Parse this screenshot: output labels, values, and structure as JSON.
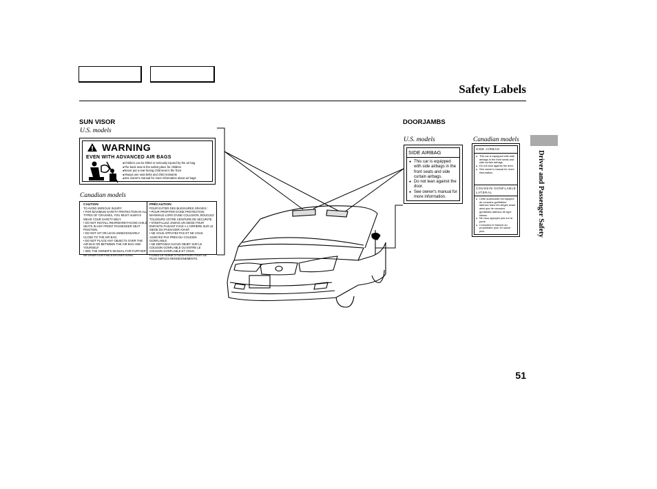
{
  "page": {
    "title": "Safety Labels",
    "page_number": "51",
    "side_tab_text": "Driver and Passenger Safety"
  },
  "sun_visor": {
    "heading": "SUN VISOR",
    "us_label": "U.S. models",
    "canadian_label": "Canadian models",
    "warning": {
      "title": "WARNING",
      "subtitle": "EVEN WITH ADVANCED AIR BAGS",
      "items": [
        "Children can be killed or seriously injured by the air bag",
        "The back seat is the safest place for children",
        "Never put a rear-facing child seat in the front",
        "Always use seat belts and child restraints",
        "See owner's manual for more information about air bags"
      ]
    },
    "caution": {
      "title": "CAUTION",
      "intro": "TO AVOID SERIOUS INJURY:",
      "items": [
        "• FOR MAXIMUM SAFETY PROTECTION IN ALL TYPES OF CRASHES, YOU MUST ALWAYS WEAR YOUR SAFETY BELT.",
        "• DO NOT INSTALL REARWARD-FACING CHILD SEATS IN ANY FRONT PASSENGER SEAT POSITION.",
        "• DO NOT SIT OR LEAN UNNECESSARILY CLOSE TO THE AIR BAG.",
        "• DO NOT PLACE ANY OBJECTS OVER THE AIR BAG OR BETWEEN THE AIR BAG AND YOURSELF.",
        "• SEE THE OWNER'S MANUAL FOR FURTHER INFORMATION AND EXPLANATIONS."
      ]
    },
    "precaution": {
      "title": "PRÉCAUTION",
      "intro": "POUR EVITER DES BLESSURES GRAVES :",
      "items": [
        "• POUR PROFITER D'UNE PROTECTION MAXIMALE LORS D'UNE COLLISION, BOUCLEZ TOUJOURS VOTRE CEINTURE DE SECURITE.",
        "• N'INSTALLEZ JAMAIS UN SIEGE POUR ENFANTS FAISANT FACE A L'ARRIERE SUR LE SIEGE DU PASSAGER AVANT.",
        "• NE VOUS APPUYEZ PAS ET NE VOUS ASSEYEZ PAS PRES DU COUSSIN GONFLABLE.",
        "• NE DEPOSEZ AUCUN OBJET SUR LE COUSSIN GONFLABLE OU ENTRE LE COUSSIN GONFLABLE ET VOUS.",
        "• LISEZ LE GUIDE UTILISATEUR POUR DE PLUS AMPLES RENSEIGNEMENTS."
      ]
    }
  },
  "doorjambs": {
    "heading": "DOORJAMBS",
    "us_label": "U.S. models",
    "canadian_label": "Canadian models",
    "us": {
      "title": "SIDE AIRBAG",
      "items": [
        "This car is equipped with side airbags in the front seats and side curtain airbags.",
        "Do not lean against the door.",
        "See owner's manual for more information."
      ]
    },
    "canadian": {
      "title_en": "SIDE AIRBAG",
      "items_en": [
        "This car is equipped with side airbags in the front seats and side curtain airbags.",
        "Do not lean against the door.",
        "See owner's manual for more information."
      ],
      "title_fr": "COUSSIN GONFLABLE LATERAL",
      "items_fr": [
        "Cette automobile est équipée de coussins gonflables latéraux dans les sièges avant ainsi que de coussins gonflables latéraux de type rideau.",
        "Ne vous appuyez pas sur la porte.",
        "Consultez le Manuel du propriétaire pour en savoir plus."
      ]
    }
  }
}
